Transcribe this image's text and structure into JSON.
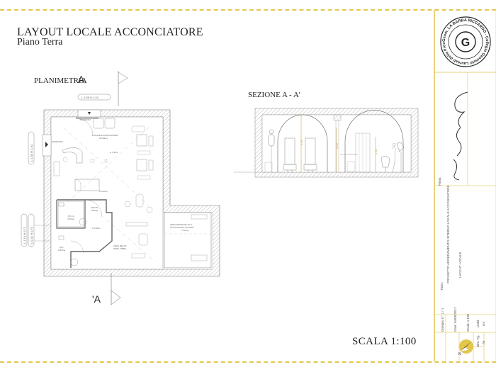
{
  "header": {
    "title": "LAYOUT LOCALE ACCONCIATORE",
    "subtitle": "Piano Terra"
  },
  "planimetria": {
    "label": "PLANIMETRIA",
    "cut_start": "A",
    "cut_end": "'A",
    "dim_top": "L 2.58   H 2.40",
    "dim_left_top": "L 1.83   H 2.40",
    "dim_left_bottom_1": "L 1.10   H 0.72",
    "dim_left_bottom_2": "L 0.41   H 0.70",
    "rooms": [
      {
        "name": "INGRESSO",
        "area": ""
      },
      {
        "name": "INGRESSO",
        "area": ""
      },
      {
        "name": "LOCALE ACCONCIATORE",
        "area": "39.00mq"
      },
      {
        "name": "ANTI B.",
        "area": "2.85mq"
      },
      {
        "name": "W.C.H.",
        "area": "3.20mq"
      },
      {
        "name": "W.C.",
        "area": "2.80mq"
      },
      {
        "name": "AREA RELAX",
        "area": "PEDIL TIBRA"
      },
      {
        "name": "AREA RIPOSTIGLIO E STOCCAGGIO SCORTE",
        "area": "7.00mq"
      }
    ],
    "heights": [
      "H 3.30m",
      "H 3.00m",
      "H 3.30m"
    ]
  },
  "sezione": {
    "label": "SEZIONE A - A'",
    "dims": [
      "3.30",
      "3.00",
      "2.30"
    ]
  },
  "scale": {
    "label": "SCALA 1:100"
  },
  "title_block": {
    "stamp_text": "Geom. LA BARBA RICCARDO - Collegio Geometri Laureati della Provincia di Caserta - Iscr. N. 1786",
    "stamp_letter": "G",
    "firma_label": "Firma",
    "titolo_label": "Titolo:",
    "project_title": "PROGETTO ARREDAMENTO INTERNO LOCALE ACCONCIATORE",
    "drawing_name": "LAYOUT LOCALE",
    "disegno": "Disegno n°: 1 / 1",
    "data": "Data: 04/05/2017",
    "scala": "Scala: 1:100",
    "dim_fg_label": "Dim. Fg.",
    "dim_fg_value": "A4",
    "unita_label": "Unità",
    "unita_value": "cm",
    "north_label": "N"
  },
  "colors": {
    "frame": "#e3c74a",
    "dimension": "#c9a74a",
    "hatch": "#9a9a9a"
  }
}
